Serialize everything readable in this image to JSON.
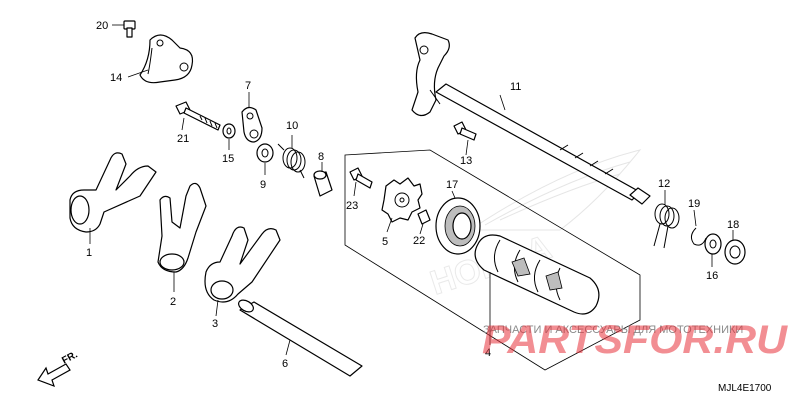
{
  "callouts": [
    "1",
    "2",
    "3",
    "4",
    "5",
    "6",
    "7",
    "8",
    "9",
    "10",
    "11",
    "12",
    "13",
    "14",
    "15",
    "16",
    "17",
    "18",
    "19",
    "20",
    "21",
    "22",
    "23"
  ],
  "direction": {
    "label": "FR."
  },
  "watermark": {
    "tagline": "ЗАПЧАСТИ И АКСЕССУАРЫ ДЛЯ МОТОТЕХНИКИ",
    "brand": "PARTSFOR.RU"
  },
  "diagram_code": "MJL4E1700",
  "colors": {
    "line": "#000000",
    "brand": "#e8323b",
    "watermark_text": "#8a8a8a"
  }
}
